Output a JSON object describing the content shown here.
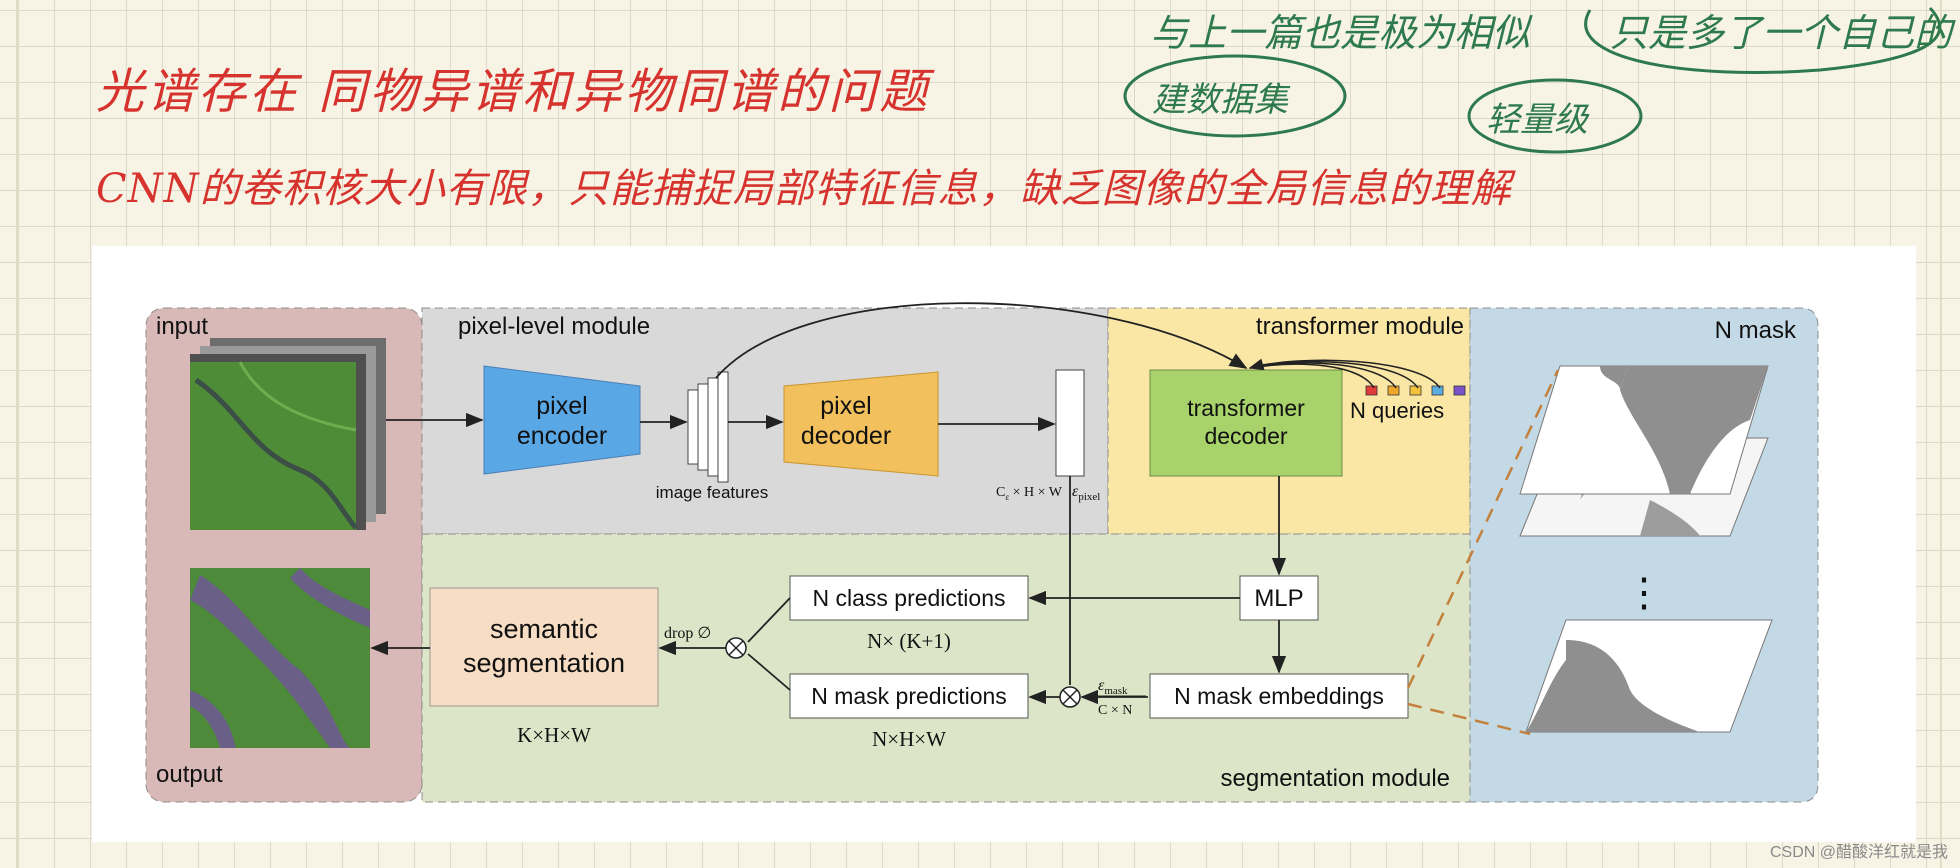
{
  "notes": {
    "line1": "光谱存在 同物异谱和异物同谱的问题",
    "line2": "CNN的卷积核大小有限，只能捕捉局部特征信息，缺乏图像的全局信息的理解",
    "top_right_1": "与上一篇也是极为相似",
    "top_right_2": "只是多了一个自己的",
    "circled_1": "建数据集",
    "circled_2": "轻量级"
  },
  "diagram": {
    "input_label": "input",
    "output_label": "output",
    "pixel_module_label": "pixel-level module",
    "transformer_module_label": "transformer module",
    "n_mask_label": "N mask",
    "segmentation_module_label": "segmentation module",
    "pixel_encoder": [
      "pixel",
      "encoder"
    ],
    "pixel_decoder": [
      "pixel",
      "decoder"
    ],
    "image_features": "image features",
    "pixel_embed_dim": "C",
    "pixel_embed_sub": "ε",
    "pixel_embed_rest": " × H × W",
    "pixel_embed_name": "ε",
    "pixel_embed_name_sub": "pixel",
    "transformer_decoder": [
      "transformer",
      "decoder"
    ],
    "n_queries": "N queries",
    "mlp": "MLP",
    "class_predictions": "N class predictions",
    "class_dim": "N× (K+1)",
    "mask_predictions": "N mask predictions",
    "mask_dim": "N×H×W",
    "mask_embeddings": "N mask embeddings",
    "emask": "ε",
    "emask_sub": "mask",
    "emask_dim": "C",
    "emask_dim_rest": " × N",
    "semantic_segmentation": [
      "semantic",
      "segmentation"
    ],
    "semantic_dim": "K×H×W",
    "drop": "drop ∅",
    "ellipsis": "⋮",
    "query_colors": [
      "#e23b3b",
      "#f0a62b",
      "#f2c33a",
      "#5aaee0",
      "#7b55c7"
    ]
  },
  "watermark": "CSDN @醋酸洋红就是我"
}
